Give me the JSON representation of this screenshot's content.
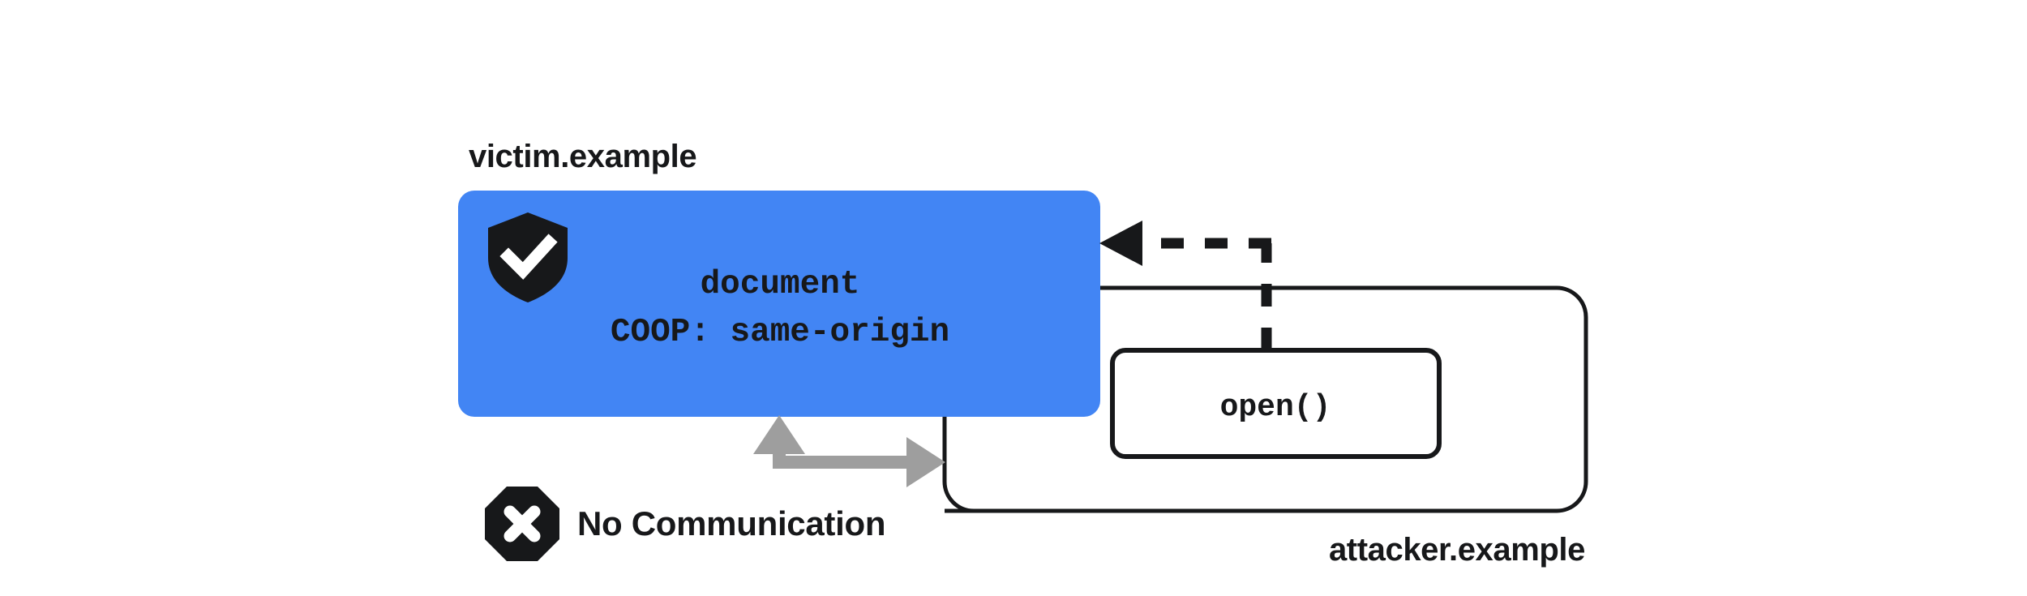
{
  "diagram": {
    "title_victim": "victim.example",
    "title_attacker": "attacker.example",
    "colors": {
      "victim_fill": "#4285F4",
      "ink": "#17181a",
      "arrow_gray": "#9e9e9e",
      "page_background": "#ffffff",
      "icon_check": "#ffffff"
    },
    "victim_box": {
      "line1": "document",
      "line2": "COOP: same-origin",
      "shield_icon": "shield-check-icon"
    },
    "attacker_box": {
      "open_label": "open()"
    },
    "no_communication": {
      "label": "No Communication",
      "icon": "octagon-x-icon"
    },
    "arrows": {
      "open_call": "dashed-arrow-open-to-victim",
      "blocked": "gray-double-arrow-blocked"
    }
  }
}
